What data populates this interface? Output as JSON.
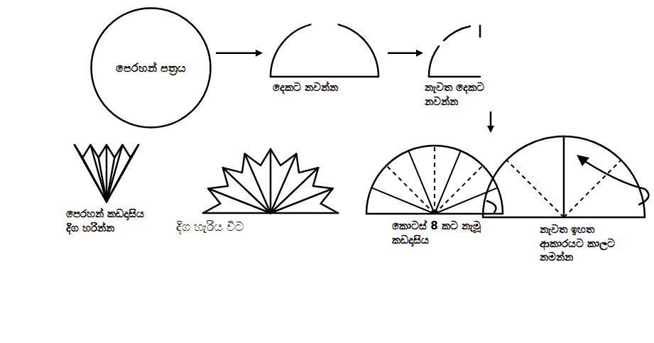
{
  "diagram": {
    "nodes": [
      {
        "text": [
          "පෙරහන් පත්‍රය"
        ]
      },
      {
        "text": [
          "දෙකට නවන්න"
        ]
      },
      {
        "text": [
          "නැවත දෙකට නවන්න"
        ]
      },
      {
        "text": [
          "නැවත ඉහත ආකාරයට කාලට නමන්න"
        ]
      },
      {
        "text": [
          "කොටස් 8 කට නැමූ කඩදාසිය"
        ]
      },
      {
        "text": [
          "දිග හැරිය විට"
        ]
      },
      {
        "text": [
          "පෙරහන් කඩදාසිය දිග හරින්න"
        ]
      }
    ],
    "edges": [
      {
        "from": 0,
        "to": 1,
        "arrow": "to"
      },
      {
        "from": 1,
        "to": 2,
        "arrow": "to"
      },
      {
        "from": 2,
        "to": 3,
        "arrow": "to"
      }
    ]
  }
}
